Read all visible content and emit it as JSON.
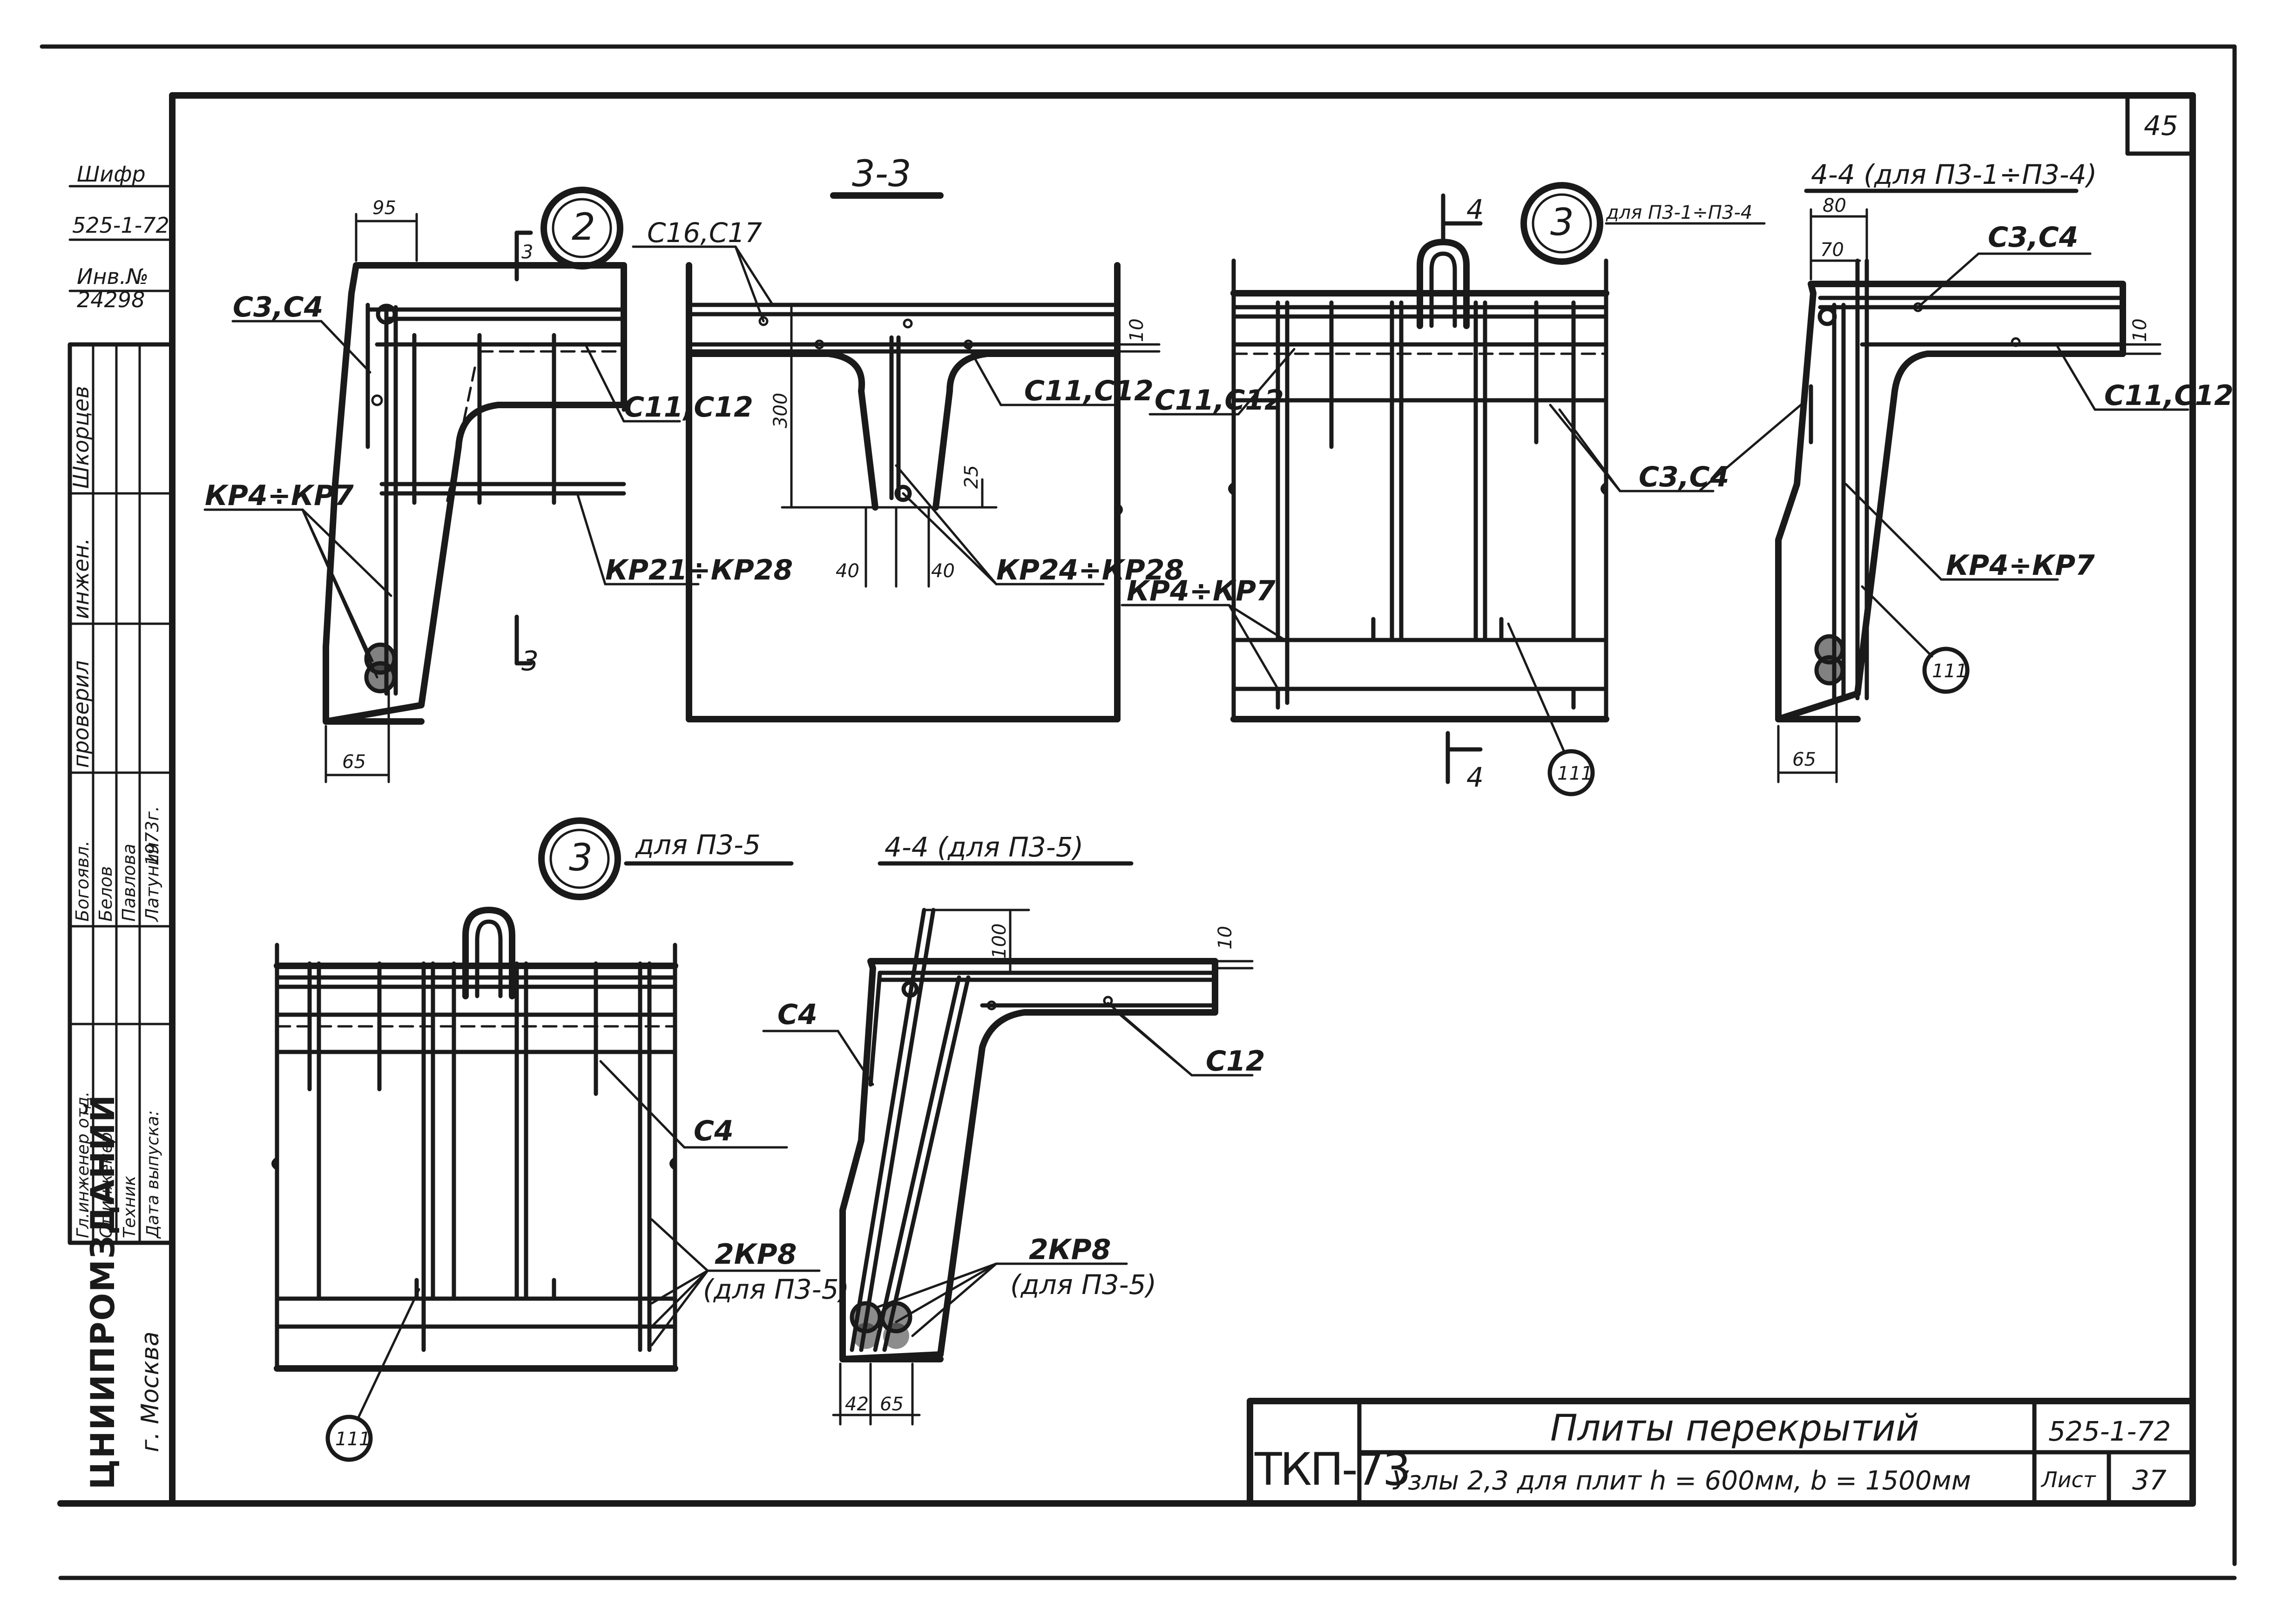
{
  "sheet_number": "45",
  "stamp": {
    "cipher_label": "Шифр",
    "cipher": "525-1-72",
    "inv_label": "Инв.№",
    "inv": "24298",
    "roles": [
      "Гл.инженер отд.",
      "Ст.инженер",
      "Техник",
      "Дата выпуска:"
    ],
    "names": [
      "Богоявл.",
      "Белов",
      "Павлова",
      "Латунин"
    ],
    "extra": [
      "Шкорцев",
      "инжен.",
      "проверил",
      "1973г."
    ],
    "org": "ЦНИИПРОМЗДАНИЙ",
    "city": "г. Москва"
  },
  "node2": {
    "marker": "2",
    "labels": [
      "С3,С4",
      "КР4÷КР7",
      "С11,С12",
      "КР21÷КР28"
    ],
    "dims": [
      "95",
      "65"
    ],
    "section_mark": "3"
  },
  "sec33": {
    "title": "3-3",
    "labels": [
      "С16,С17",
      "С11,С12",
      "КР24÷КР28"
    ],
    "dims": [
      "300",
      "10",
      "25",
      "40",
      "40"
    ]
  },
  "node3a": {
    "marker": "3",
    "subtitle": "для П3-1÷П3-4",
    "labels": [
      "С11,С12",
      "С3,С4",
      "КР4÷КР7",
      "111"
    ],
    "section_mark": "4"
  },
  "sec44a": {
    "title": "4-4 (для П3-1÷П3-4)",
    "labels": [
      "С3,С4",
      "С11,С12",
      "КР4÷КР7",
      "111"
    ],
    "dims": [
      "80",
      "70",
      "10",
      "65"
    ]
  },
  "node3b": {
    "marker": "3",
    "subtitle": "для П3-5",
    "labels": [
      "С4",
      "2КР8",
      "(для П3-5)",
      "111"
    ]
  },
  "sec44b": {
    "title": "4-4 (для П3-5)",
    "labels": [
      "С4",
      "С12",
      "2КР8",
      "(для П3-5)"
    ],
    "dims": [
      "100",
      "10",
      "42",
      "65"
    ]
  },
  "titleblock": {
    "org": "ТКП-73",
    "name": "Плиты перекрытий",
    "desc": "Узлы 2,3 для плит h = 600мм, b = 1500мм",
    "code": "525-1-72",
    "sheet_label": "Лист",
    "sheet": "37"
  }
}
